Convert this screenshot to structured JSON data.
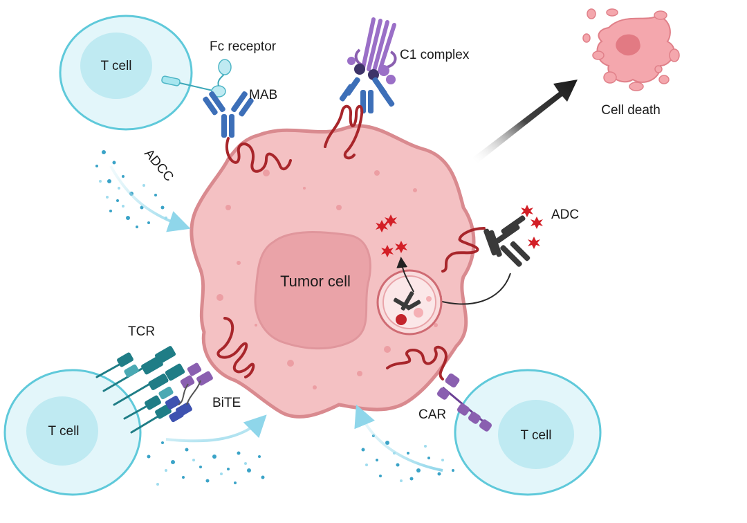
{
  "labels": {
    "t_cell_top": "T cell",
    "t_cell_bottom_left": "T cell",
    "t_cell_bottom_right": "T cell",
    "fc_receptor": "Fc receptor",
    "mab": "MAB",
    "c1_complex": "C1 complex",
    "cell_death": "Cell death",
    "adcc": "ADCC",
    "adc": "ADC",
    "tumor_cell": "Tumor cell",
    "tcr": "TCR",
    "bite": "BiTE",
    "car": "CAR"
  },
  "colors": {
    "tumor_fill": "#f4c1c3",
    "tumor_stroke": "#d98a8f",
    "nucleus_fill": "#eaa3a8",
    "tcell_outer": "#e3f6fa",
    "tcell_inner": "#bfeaf2",
    "tcell_stroke": "#5fc9da",
    "antigen": "#a8262b",
    "antibody_blue": "#3d6fb8",
    "antibody_dark": "#3a3a3a",
    "purple": "#8a5fb0",
    "teal": "#1f7d86"
  }
}
